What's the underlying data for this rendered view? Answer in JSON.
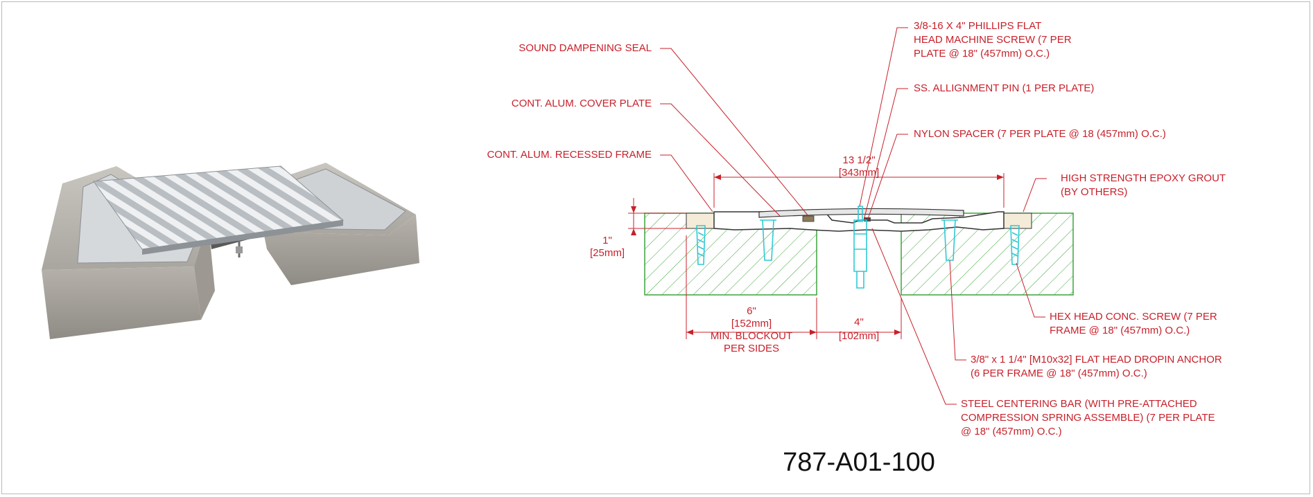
{
  "drawing_number": "787-A01-100",
  "callouts": {
    "screw_line1": "3/8-16 X 4\" PHILLIPS FLAT",
    "screw_line2": "HEAD MACHINE SCREW (7 PER",
    "screw_line3": "PLATE @ 18\" (457mm) O.C.)",
    "sound_seal": "SOUND DAMPENING SEAL",
    "pin": "SS. ALLIGNMENT PIN (1 PER PLATE)",
    "cover_plate": "CONT. ALUM. COVER PLATE",
    "nylon": "NYLON SPACER (7 PER PLATE @ 18 (457mm) O.C.)",
    "frame": "CONT. ALUM. RECESSED FRAME",
    "grout_line1": "HIGH STRENGTH EPOXY GROUT",
    "grout_line2": "(BY OTHERS)",
    "hex_line1": "HEX HEAD CONC. SCREW (7 PER",
    "hex_line2": "FRAME @ 18\" (457mm) O.C.)",
    "anchor_line1": "3/8\" x 1 1/4\" [M10x32] FLAT HEAD DROPIN ANCHOR",
    "anchor_line2": "(6 PER FRAME @ 18\" (457mm) O.C.)",
    "bar_line1": "STEEL CENTERING BAR (WITH PRE-ATTACHED",
    "bar_line2": "COMPRESSION SPRING ASSEMBLE) (7 PER PLATE",
    "bar_line3": "@ 18\" (457mm) O.C.)"
  },
  "dimensions": {
    "overall_in": "13 1/2\"",
    "overall_mm": "[343mm]",
    "depth_in": "1\"",
    "depth_mm": "[25mm]",
    "blockout_in": "6\"",
    "blockout_mm": "[152mm]",
    "blockout_note1": "MIN. BLOCKOUT",
    "blockout_note2": "PER SIDES",
    "gap_in": "4\"",
    "gap_mm": "[102mm]"
  },
  "colors": {
    "label": "#c8202a",
    "concrete_hatch": "#3aa33a",
    "hardware": "#2ec9d4",
    "frame_line": "#333333"
  }
}
